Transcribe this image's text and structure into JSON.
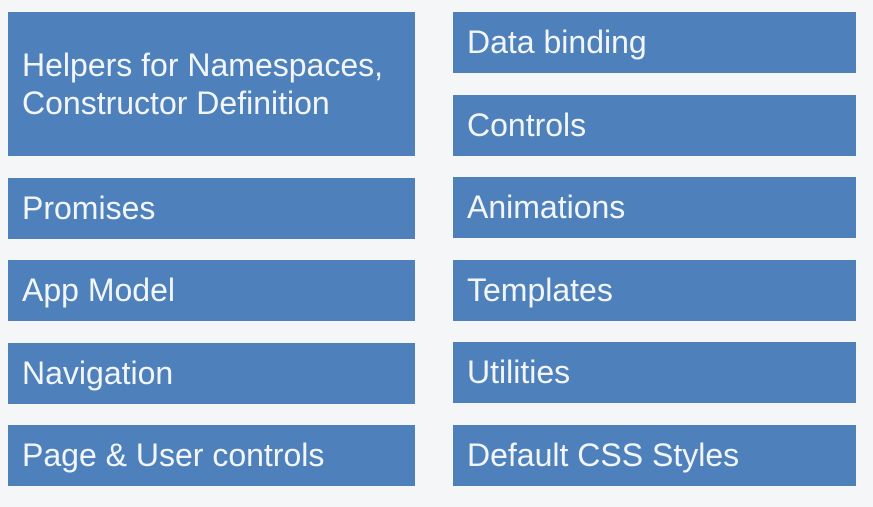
{
  "theme": {
    "background": "#f5f6f7",
    "tile_color": "#4e80bc",
    "text_color": "#f2f6fb"
  },
  "columns": {
    "left": [
      {
        "label": "Helpers for Namespaces,\nConstructor Definition"
      },
      {
        "label": "Promises"
      },
      {
        "label": "App Model"
      },
      {
        "label": "Navigation"
      },
      {
        "label": "Page & User controls"
      }
    ],
    "right": [
      {
        "label": "Data binding"
      },
      {
        "label": "Controls"
      },
      {
        "label": "Animations"
      },
      {
        "label": "Templates"
      },
      {
        "label": "Utilities"
      },
      {
        "label": "Default CSS Styles"
      }
    ]
  }
}
